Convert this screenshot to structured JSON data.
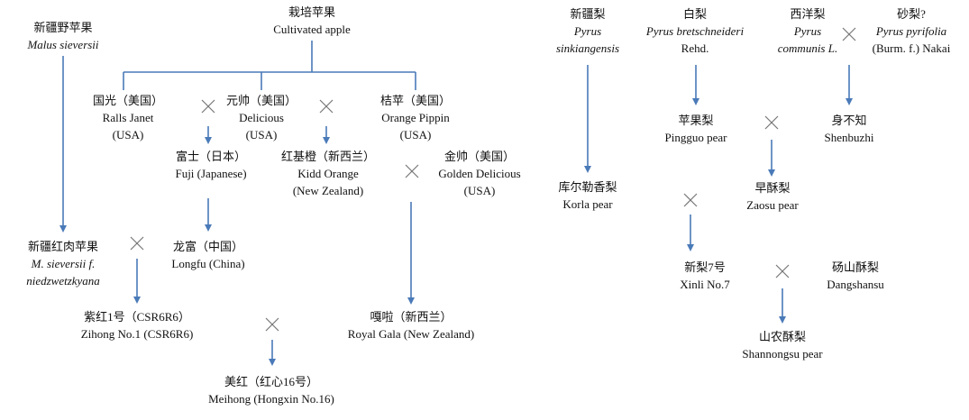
{
  "nodes": {
    "malus": {
      "zh": "新疆野苹果",
      "en": "Malus sieversii"
    },
    "cultivated": {
      "zh": "栽培苹果",
      "en": "Cultivated apple"
    },
    "ralls": {
      "zh": "国光（美国）",
      "en": "Ralls Janet",
      "origin": "(USA)"
    },
    "delicious": {
      "zh": "元帅（美国）",
      "en": "Delicious",
      "origin": "(USA)"
    },
    "orange_pippin": {
      "zh": "桔苹（美国）",
      "en": "Orange Pippin",
      "origin": "(USA)"
    },
    "fuji": {
      "zh": "富士（日本）",
      "en": "Fuji (Japanese)"
    },
    "kidd": {
      "zh": "红基橙（新西兰）",
      "en": "Kidd Orange",
      "origin": "(New Zealand)"
    },
    "golden": {
      "zh": "金帅（美国）",
      "en": "Golden Delicious",
      "origin": "(USA)"
    },
    "redflesh": {
      "zh": "新疆红肉苹果",
      "en1": "M. sieversii f.",
      "en2": "niedzwetzkyana"
    },
    "longfu": {
      "zh": "龙富（中国）",
      "en": "Longfu (China)"
    },
    "zihong": {
      "zh": "紫红1号（CSR6R6）",
      "en": "Zihong No.1 (CSR6R6)"
    },
    "royal_gala": {
      "zh": "嘎啦（新西兰）",
      "en": "Royal Gala (New Zealand)"
    },
    "meihong": {
      "zh": "美红（红心16号）",
      "en": "Meihong (Hongxin No.16)"
    },
    "xinjiangli": {
      "zh": "新疆梨",
      "en1": "Pyrus",
      "en2": "sinkiangensis"
    },
    "baili": {
      "zh": "白梨",
      "en1": "Pyrus bretschneideri",
      "en2": "Rehd."
    },
    "xiyangli": {
      "zh": "西洋梨",
      "en1": "Pyrus",
      "en2": "communis L."
    },
    "shali": {
      "zh": "砂梨?",
      "en1": "Pyrus pyrifolia",
      "en2": "(Burm. f.) Nakai"
    },
    "korla": {
      "zh": "库尔勒香梨",
      "en": "Korla pear"
    },
    "pingguo": {
      "zh": "苹果梨",
      "en": "Pingguo pear"
    },
    "shenbuzhi": {
      "zh": "身不知",
      "en": "Shenbuzhi"
    },
    "zaosu": {
      "zh": "早酥梨",
      "en": "Zaosu pear"
    },
    "xinli7": {
      "zh": "新梨7号",
      "en": "Xinli No.7"
    },
    "dangshansu": {
      "zh": "砀山酥梨",
      "en": "Dangshansu"
    },
    "shannongsu": {
      "zh": "山农酥梨",
      "en": "Shannongsu pear"
    }
  },
  "style": {
    "arrow_color": "#4a7ab8",
    "cross_color": "#777777",
    "text_color": "#111111"
  }
}
